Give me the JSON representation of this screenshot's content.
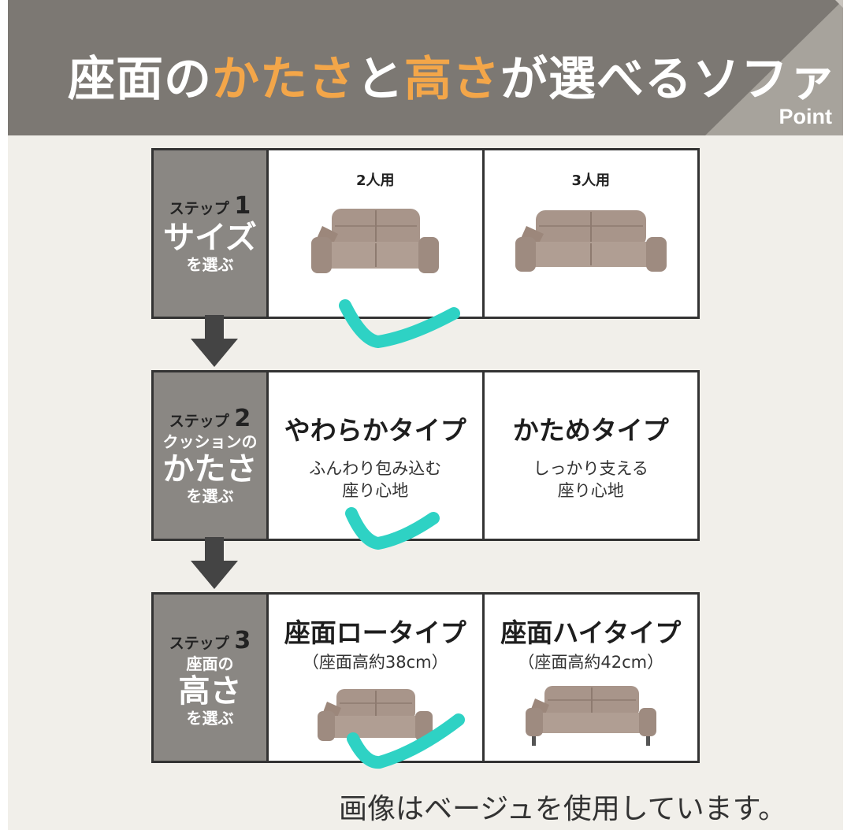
{
  "banner": {
    "title_part1": "座面の",
    "title_hl1": "かたさ",
    "title_part2": "と",
    "title_hl2": "高さ",
    "title_part3": "が選べるソファ",
    "point_label": "Point",
    "colors": {
      "background": "#7c7873",
      "highlight": "#f3a649"
    }
  },
  "steps": [
    {
      "step_prefix": "ステップ",
      "step_number": "1",
      "label_big": "サイズ",
      "label_small": "を選ぶ",
      "options": [
        {
          "title": "2人用",
          "selected": true
        },
        {
          "title": "3人用",
          "selected": false
        }
      ]
    },
    {
      "step_prefix": "ステップ",
      "step_number": "2",
      "label_sub": "クッションの",
      "label_big": "かたさ",
      "label_small": "を選ぶ",
      "options": [
        {
          "headline": "やわらかタイプ",
          "desc_line1": "ふんわり包み込む",
          "desc_line2": "座り心地",
          "selected": true
        },
        {
          "headline": "かためタイプ",
          "desc_line1": "しっかり支える",
          "desc_line2": "座り心地",
          "selected": false
        }
      ]
    },
    {
      "step_prefix": "ステップ",
      "step_number": "3",
      "label_sub": "座面の",
      "label_big": "高さ",
      "label_small": "を選ぶ",
      "options": [
        {
          "headline": "座面ロータイプ",
          "paren": "（座面高約38cm）",
          "selected": true
        },
        {
          "headline": "座面ハイタイプ",
          "paren": "（座面高約42cm）",
          "selected": false
        }
      ]
    }
  ],
  "footer_note": "画像はベージュを使用しています。",
  "colors": {
    "checkmark": "#2ed2c4",
    "sofa": "#a8958a",
    "label_bg": "#8a8783"
  }
}
